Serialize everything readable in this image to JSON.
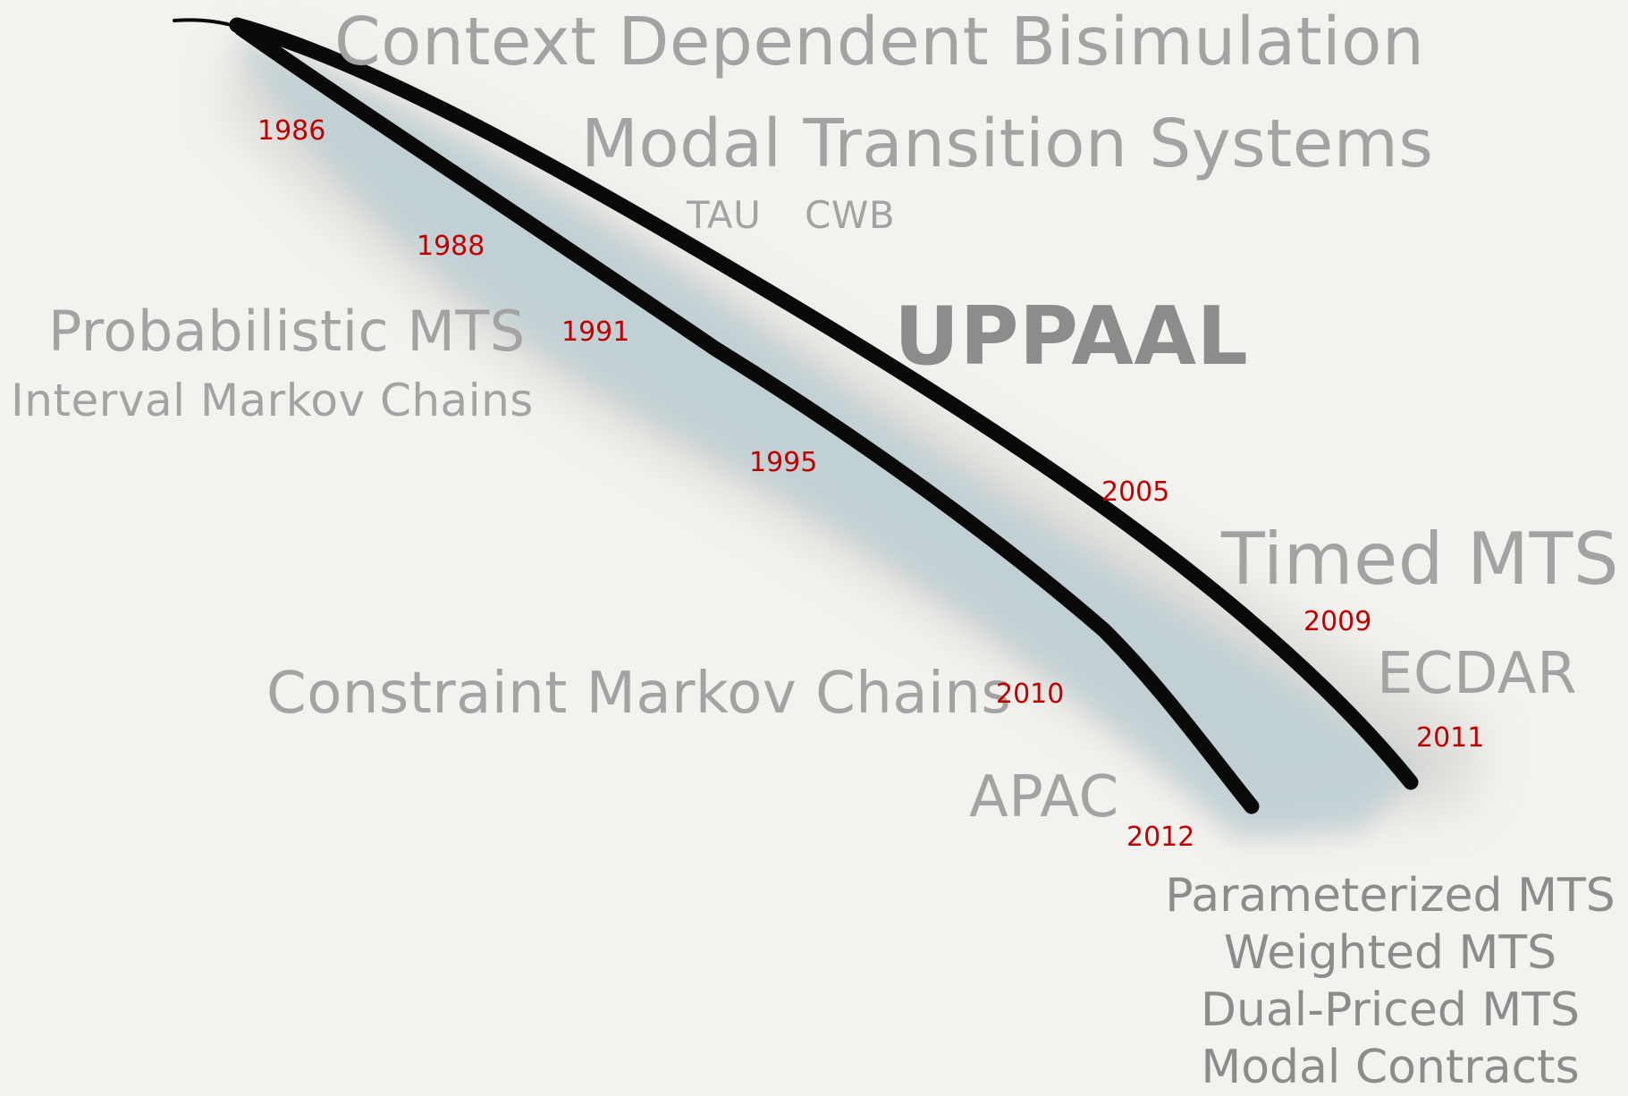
{
  "topics": {
    "context_dependent_bisimulation": "Context Dependent Bisimulation",
    "modal_transition_systems": "Modal Transition Systems",
    "tau": "TAU",
    "cwb": "CWB",
    "probabilistic_mts": "Probabilistic MTS",
    "interval_markov_chains": "Interval Markov Chains",
    "uppaal": "UPPAAL",
    "timed_mts": "Timed MTS",
    "ecdar": "ECDAR",
    "constraint_markov_chains": "Constraint Markov Chains",
    "apac": "APAC"
  },
  "recent_topics": [
    "Parameterized MTS",
    "Weighted MTS",
    "Dual-Priced MTS",
    "Modal Contracts"
  ],
  "years": {
    "y1986": "1986",
    "y1988": "1988",
    "y1991": "1991",
    "y1995": "1995",
    "y2005": "2005",
    "y2009": "2009",
    "y2010": "2010",
    "y2011": "2011",
    "y2012": "2012"
  },
  "colors": {
    "background": "#f4f2ee",
    "topic_text": "#a3a3a3",
    "topic_text_dark": "#8c8c8c",
    "year_text": "#c00000",
    "stroke": "#0a0a0a",
    "wash": "#b9cdd3"
  }
}
